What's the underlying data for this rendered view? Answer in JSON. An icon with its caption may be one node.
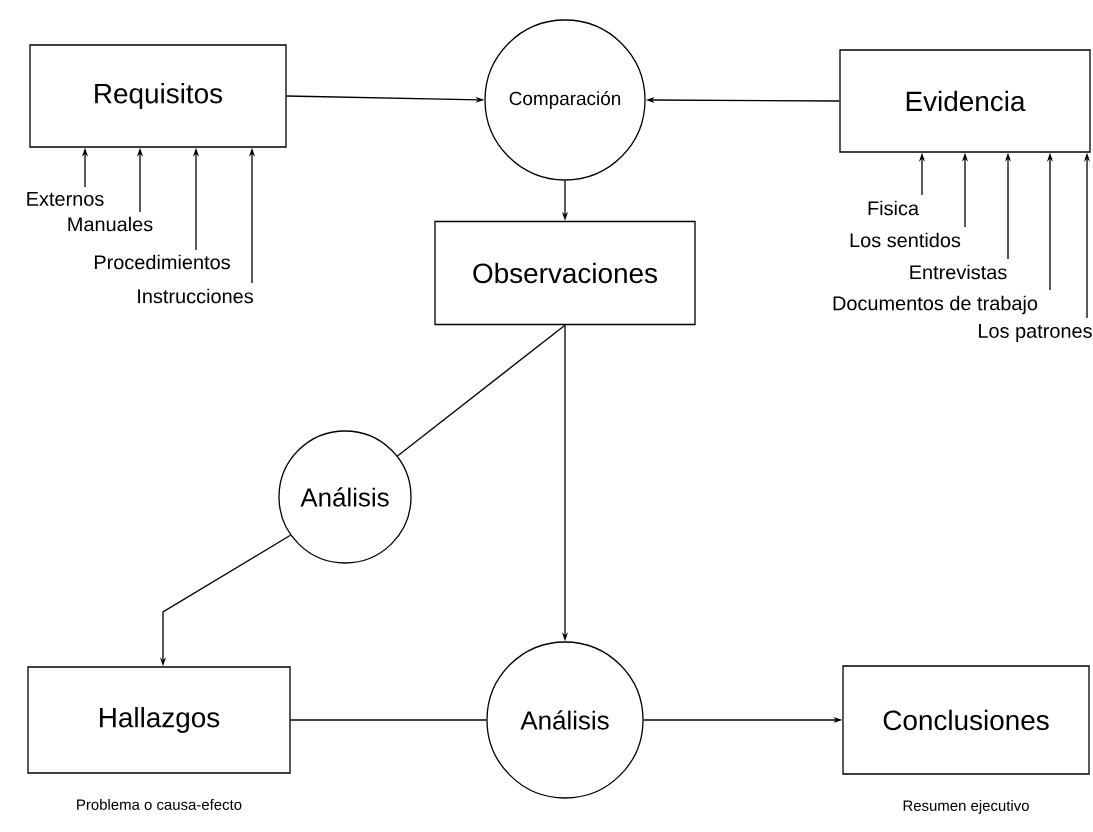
{
  "diagram": {
    "nodes": [
      {
        "text": [
          "Requisitos"
        ]
      },
      {
        "text": [
          "Comparación"
        ]
      },
      {
        "text": [
          "Evidencia"
        ]
      },
      {
        "text": [
          "Observaciones"
        ]
      },
      {
        "text": [
          "Análisis"
        ]
      },
      {
        "text": [
          "Hallazgos"
        ],
        "beside": [
          "Problema o causa-efecto"
        ]
      },
      {
        "text": [
          "Análisis"
        ]
      },
      {
        "text": [
          "Conclusiones"
        ],
        "beside": [
          "Resumen ejecutivo"
        ]
      },
      {
        "text": [
          "Externos"
        ]
      },
      {
        "text": [
          "Manuales"
        ]
      },
      {
        "text": [
          "Procedimientos"
        ]
      },
      {
        "text": [
          "Instrucciones"
        ]
      },
      {
        "text": [
          "Fisica"
        ]
      },
      {
        "text": [
          "Los sentidos"
        ]
      },
      {
        "text": [
          "Entrevistas"
        ]
      },
      {
        "text": [
          "Documentos de trabajo"
        ]
      },
      {
        "text": [
          "Los patrones"
        ]
      }
    ],
    "edges": [
      {
        "from": 0,
        "to": 1,
        "arrow": "to"
      },
      {
        "from": 2,
        "to": 1,
        "arrow": "to"
      },
      {
        "from": 1,
        "to": 3,
        "arrow": "to"
      },
      {
        "from": 3,
        "to": 4,
        "arrow": "none"
      },
      {
        "from": 4,
        "to": 5,
        "arrow": "to"
      },
      {
        "from": 3,
        "to": 6,
        "arrow": "to"
      },
      {
        "from": 5,
        "to": 6,
        "arrow": "none"
      },
      {
        "from": 6,
        "to": 7,
        "arrow": "to"
      },
      {
        "from": 8,
        "to": 0,
        "arrow": "to"
      },
      {
        "from": 9,
        "to": 0,
        "arrow": "to"
      },
      {
        "from": 10,
        "to": 0,
        "arrow": "to"
      },
      {
        "from": 11,
        "to": 0,
        "arrow": "to"
      },
      {
        "from": 12,
        "to": 2,
        "arrow": "to"
      },
      {
        "from": 13,
        "to": 2,
        "arrow": "to"
      },
      {
        "from": 14,
        "to": 2,
        "arrow": "to"
      },
      {
        "from": 15,
        "to": 2,
        "arrow": "to"
      },
      {
        "from": 16,
        "to": 2,
        "arrow": "to"
      }
    ]
  }
}
